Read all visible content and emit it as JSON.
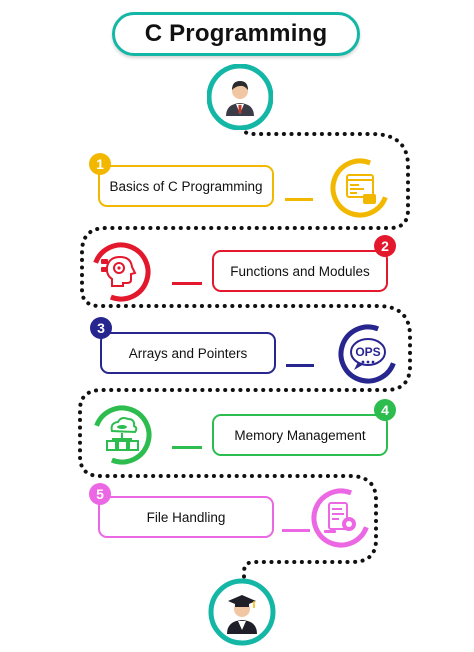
{
  "title": "C Programming",
  "colors": {
    "teal": "#14b7a6",
    "step1": "#f2b800",
    "step2": "#e3182d",
    "step3": "#27258e",
    "step4": "#2dbd4e",
    "step5": "#ec67e4"
  },
  "steps": [
    {
      "number": "1",
      "label": "Basics of C Programming",
      "icon": "code-window-icon",
      "color": "#f2b800"
    },
    {
      "number": "2",
      "label": "Functions and Modules",
      "icon": "gear-head-icon",
      "color": "#e3182d"
    },
    {
      "number": "3",
      "label": "Arrays and Pointers",
      "icon": "oops-chat-icon",
      "color": "#27258e"
    },
    {
      "number": "4",
      "label": "Memory Management",
      "icon": "cloud-database-icon",
      "color": "#2dbd4e"
    },
    {
      "number": "5",
      "label": "File Handling",
      "icon": "file-gear-icon",
      "color": "#ec67e4"
    }
  ],
  "start_icon": "student-avatar-icon",
  "end_icon": "graduate-avatar-icon"
}
